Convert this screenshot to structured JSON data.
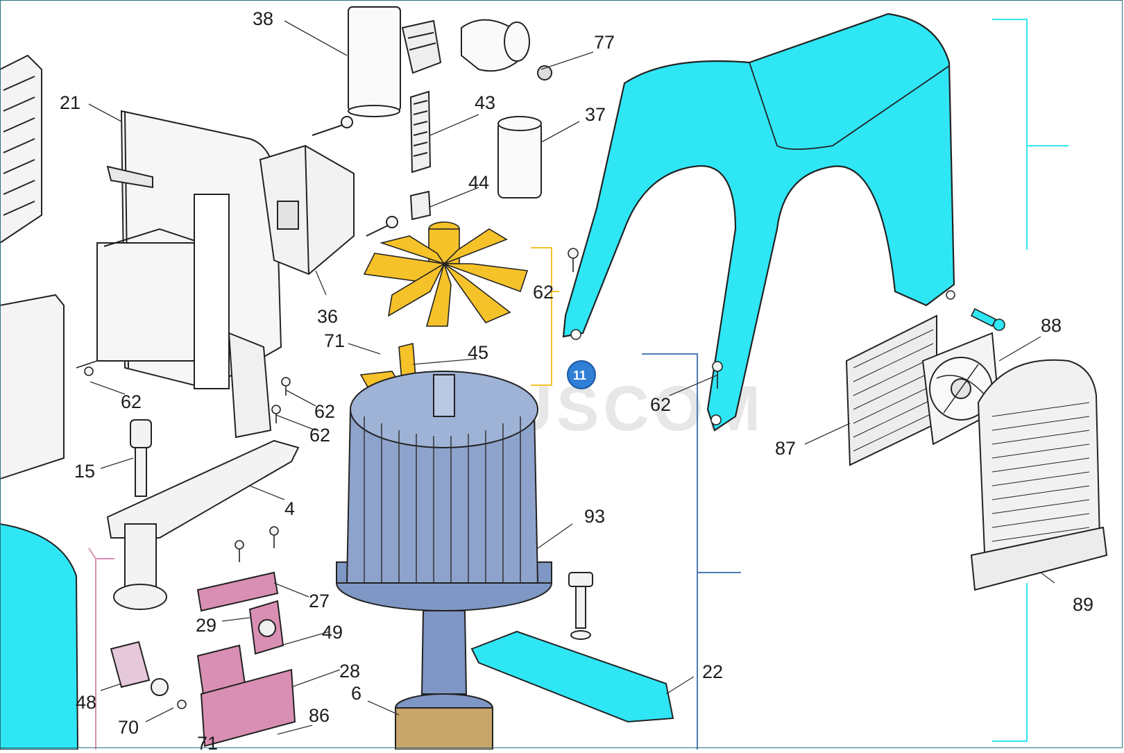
{
  "watermark": "PLUSCOM",
  "hotspot_marker": "11",
  "colors": {
    "cover": "#2fe6f5",
    "fan": "#f6c22a",
    "motor": "#7f97c4",
    "seal": "#d98fb3",
    "bracket": "#4c7bb5",
    "marker": "#2f7fd6"
  },
  "callouts": {
    "p38": "38",
    "p77": "77",
    "p21": "21",
    "p43": "43",
    "p37": "37",
    "p44": "44",
    "p36": "36",
    "p62a": "62",
    "p71": "71",
    "p45": "45",
    "p62b": "62",
    "p62c": "62",
    "p62d": "62",
    "p62e": "62",
    "p88": "88",
    "p87": "87",
    "p15": "15",
    "p4": "4",
    "p93": "93",
    "p27": "27",
    "p29": "29",
    "p49": "49",
    "p89": "89",
    "p48": "48",
    "p28": "28",
    "p22": "22",
    "p6": "6",
    "p70": "70",
    "p86": "86",
    "p71b": "71"
  }
}
